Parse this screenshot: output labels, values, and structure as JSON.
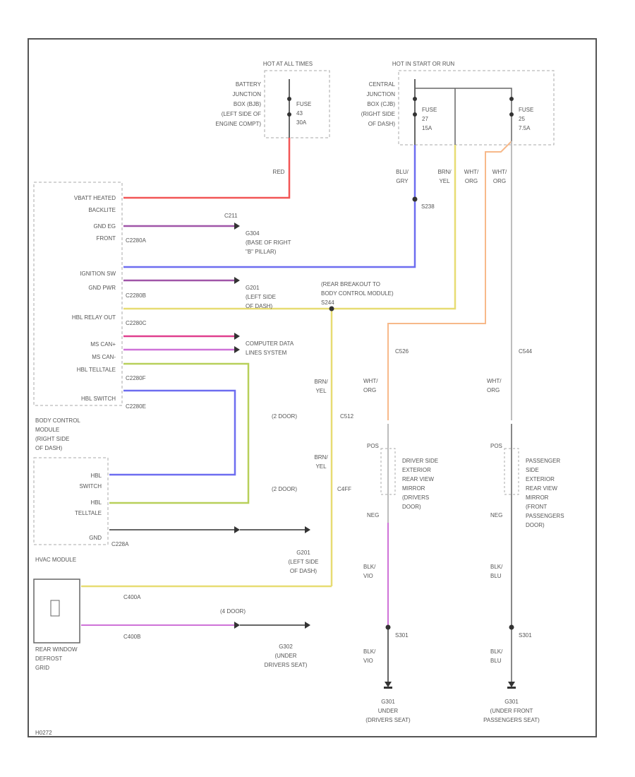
{
  "wire_colors": {
    "red": "#f25656",
    "purple": "#a055a8",
    "blue": "#6d6df0",
    "yellow": "#e7dc73",
    "orange": "#f7b98a",
    "green": "#b8d05a",
    "grey": "#bdbdbd",
    "pink": "#cf72d8",
    "magenta": "#e0408f",
    "frame": "#555555"
  },
  "labels": {
    "hot_at_all_times": "HOT AT ALL TIMES",
    "hot_in_start_or_run": "HOT IN START OR RUN",
    "battery_junction_box": [
      "BATTERY",
      "JUNCTION",
      "BOX (BJB)",
      "(LEFT SIDE OF",
      "ENGINE COMPT)"
    ],
    "central_junction_box": [
      "CENTRAL",
      "JUNCTION",
      "BOX (CJB)",
      "(RIGHT SIDE",
      "OF DASH)"
    ],
    "fuse_43": [
      "FUSE",
      "43",
      "30A"
    ],
    "fuse_27": [
      "FUSE",
      "27",
      "15A"
    ],
    "fuse_25": [
      "FUSE",
      "25",
      "7.5A"
    ],
    "wire_red": "RED",
    "wire_blu_gry": [
      "BLU/",
      "GRY"
    ],
    "wire_brn_yel": [
      "BRN/",
      "YEL"
    ],
    "wire_wht_org_1": [
      "WHT/",
      "ORG"
    ],
    "wire_wht_org_2": [
      "WHT/",
      "ORG"
    ],
    "s238": "S238",
    "c211": "C211",
    "g304": [
      "G304",
      "(BASE OF RIGHT",
      "\"B\" PILLAR)"
    ],
    "g201_top": [
      "G201",
      "(LEFT SIDE",
      "OF DASH)"
    ],
    "rear_breakout": [
      "(REAR BREAKOUT TO",
      "BODY CONTROL MODULE)"
    ],
    "s244": "S244",
    "computer_data_lines": [
      "COMPUTER DATA",
      "LINES SYSTEM"
    ],
    "bcm_pins": [
      "VBATT HEATED",
      "BACKLITE",
      "GND EG",
      "FRONT",
      "IGNITION SW",
      "GND PWR",
      "HBL RELAY OUT",
      "MS CAN+",
      "MS CAN-",
      "HBL TELLTALE",
      "HBL SWITCH"
    ],
    "bcm_connectors": [
      "C2280A",
      "C2280B",
      "C2280C",
      "C2280F",
      "C2280E"
    ],
    "bcm_name": [
      "BODY CONTROL",
      "MODULE",
      "(RIGHT SIDE",
      "OF DASH)"
    ],
    "hvac_pins": [
      "HBL",
      "SWITCH",
      "HBL",
      "TELLTALE",
      "GND"
    ],
    "hvac_connector": "C228A",
    "hvac_name": "HVAC MODULE",
    "g201_bottom": [
      "G201",
      "(LEFT SIDE",
      "OF DASH)"
    ],
    "rear_window_defrost": [
      "REAR WINDOW",
      "DEFROST",
      "GRID"
    ],
    "c400a": "C400A",
    "c400b": "C400B",
    "four_door": "(4 DOOR)",
    "two_door_1": "(2 DOOR)",
    "two_door_2": "(2 DOOR)",
    "c512": "C512",
    "c4ff": "C4FF",
    "g302": [
      "G302",
      "(UNDER",
      "DRIVERS SEAT)"
    ],
    "driver_mirror": [
      "DRIVER SIDE",
      "EXTERIOR",
      "REAR VIEW",
      "MIRROR",
      "(DRIVERS",
      "DOOR)"
    ],
    "passenger_mirror": [
      "PASSENGER",
      "SIDE",
      "EXTERIOR",
      "REAR VIEW",
      "MIRROR",
      "(FRONT",
      "PASSENGERS",
      "DOOR)"
    ],
    "c526": "C526",
    "c544": "C544",
    "wire_wht_org_3": [
      "WHT/",
      "ORG"
    ],
    "wire_wht_org_4": [
      "WHT/",
      "ORG"
    ],
    "pos": "POS",
    "neg": "NEG",
    "blk_vio": [
      "BLK/",
      "VIO"
    ],
    "blk_blu": [
      "BLK/",
      "BLU"
    ],
    "s301": "S301",
    "s301_b": "S301",
    "g301_driver": [
      "G301",
      "UNDER",
      "(DRIVERS SEAT)"
    ],
    "g301_pass": [
      "G301",
      "(UNDER FRONT",
      "PASSENGERS SEAT)"
    ],
    "footer": "H0272"
  }
}
